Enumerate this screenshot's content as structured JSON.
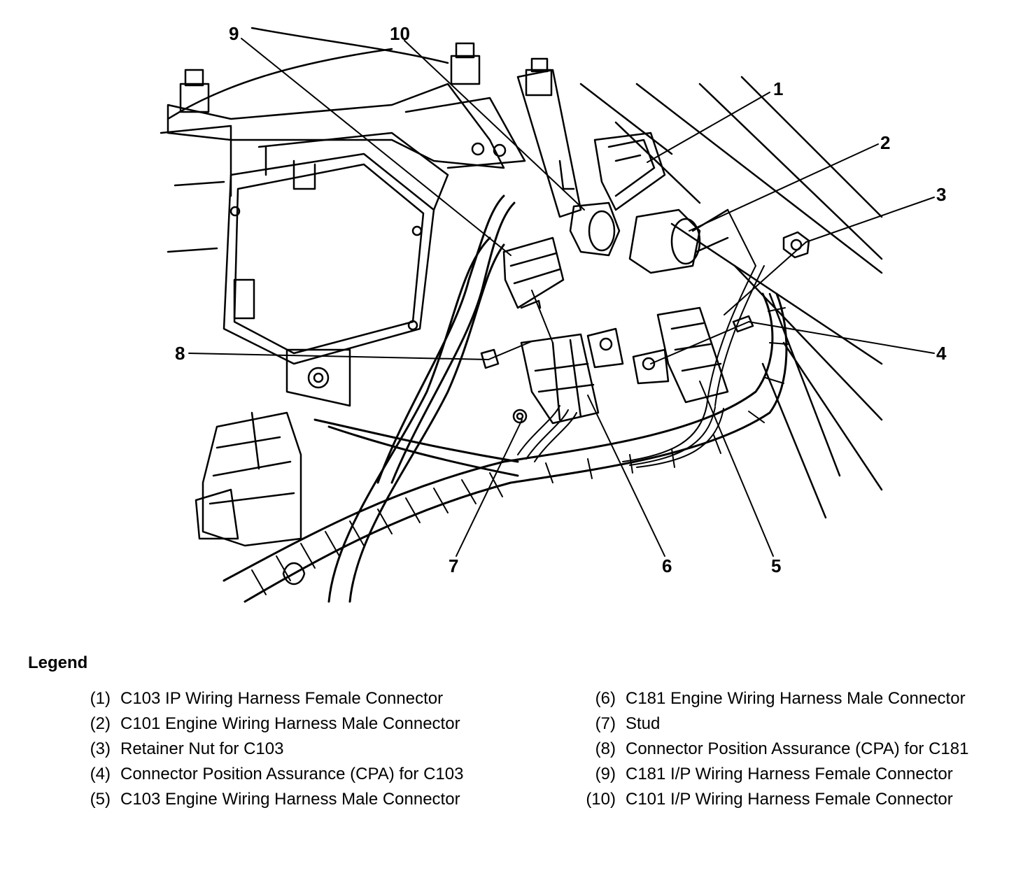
{
  "callouts": [
    "1",
    "2",
    "3",
    "4",
    "5",
    "6",
    "7",
    "8",
    "9",
    "10"
  ],
  "legend": {
    "title": "Legend",
    "items": [
      {
        "num": "(1)",
        "text": "C103 IP Wiring Harness Female Connector"
      },
      {
        "num": "(2)",
        "text": "C101 Engine Wiring Harness Male Connector"
      },
      {
        "num": "(3)",
        "text": "Retainer Nut for C103"
      },
      {
        "num": "(4)",
        "text": "Connector Position Assurance (CPA) for C103"
      },
      {
        "num": "(5)",
        "text": "C103 Engine Wiring Harness Male Connector"
      },
      {
        "num": "(6)",
        "text": "C181 Engine Wiring Harness Male Connector"
      },
      {
        "num": "(7)",
        "text": "Stud"
      },
      {
        "num": "(8)",
        "text": "Connector Position Assurance (CPA) for C181"
      },
      {
        "num": "(9)",
        "text": "C181 I/P Wiring Harness Female Connector"
      },
      {
        "num": "(10)",
        "text": "C101 I/P Wiring Harness Female Connector"
      }
    ]
  }
}
